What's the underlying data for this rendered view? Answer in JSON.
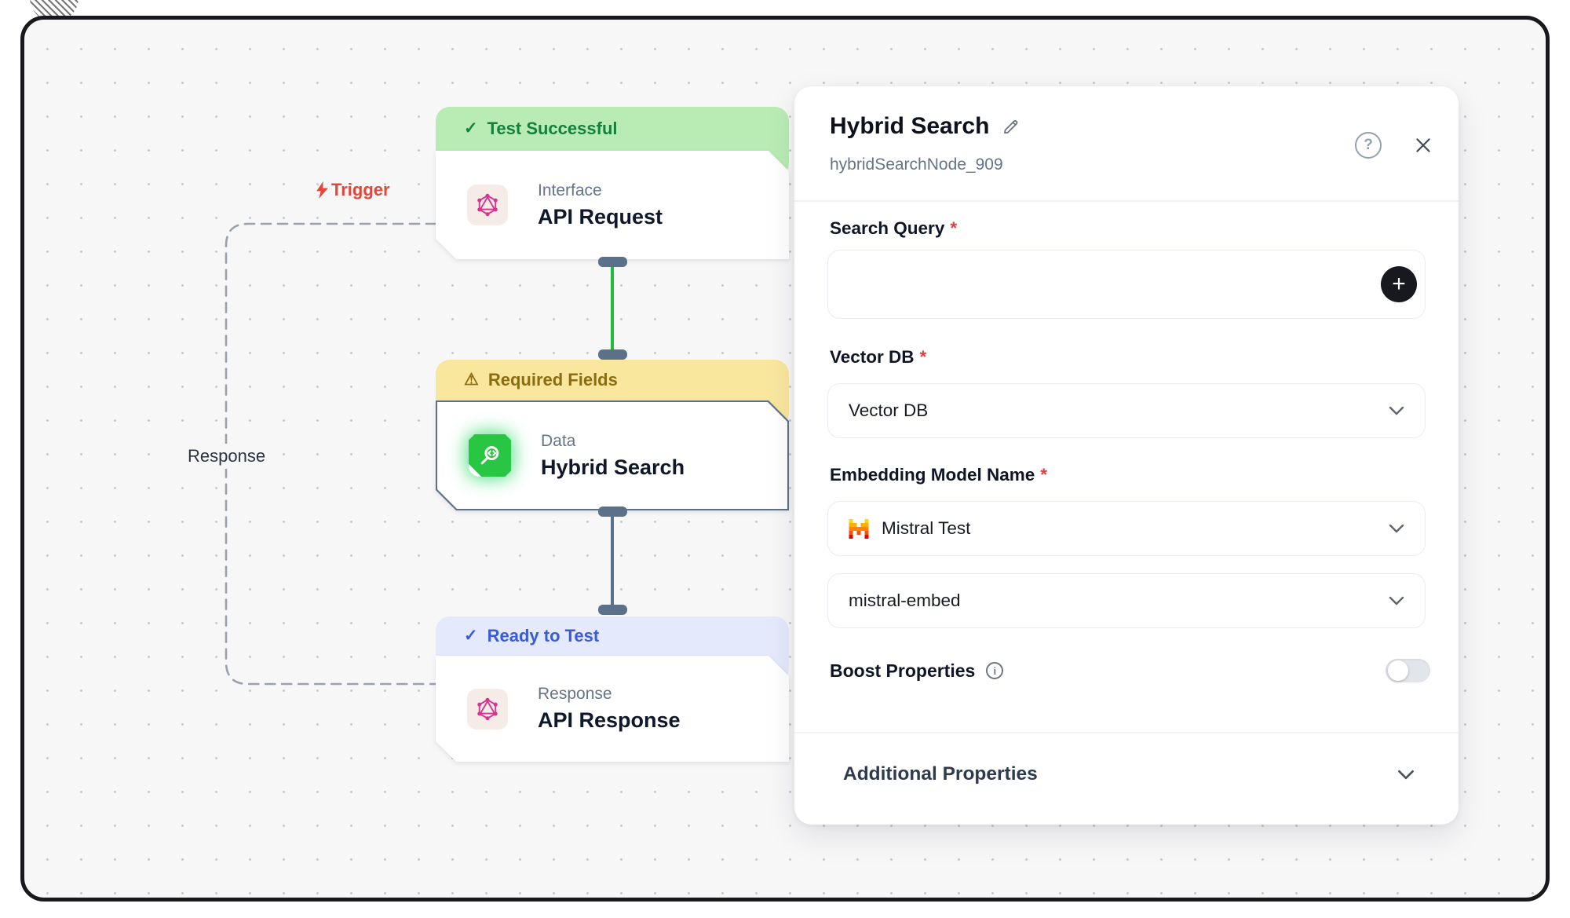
{
  "icons": {
    "check": "✓",
    "warning": "⚠",
    "plus": "+",
    "question": "?",
    "info": "i"
  },
  "canvas": {
    "trigger_label": "Trigger",
    "response_label": "Response",
    "nodes": [
      {
        "status": "Test Successful",
        "category": "Interface",
        "title": "API Request"
      },
      {
        "status": "Required Fields",
        "category": "Data",
        "title": "Hybrid Search"
      },
      {
        "status": "Ready to Test",
        "category": "Response",
        "title": "API Response"
      }
    ]
  },
  "panel": {
    "title": "Hybrid Search",
    "node_id": "hybridSearchNode_909",
    "required_marker": "*",
    "search_query": {
      "label": "Search Query",
      "value": ""
    },
    "vector_db": {
      "label": "Vector DB",
      "selected": "Vector DB"
    },
    "embedding_model": {
      "label": "Embedding Model Name",
      "selected": "Mistral Test"
    },
    "embedding_model_variant": {
      "selected": "mistral-embed"
    },
    "boost_properties": {
      "label": "Boost Properties",
      "enabled": false
    },
    "additional_properties": {
      "label": "Additional Properties"
    }
  },
  "colors": {
    "status_success_bg": "#b9ecb4",
    "status_success_text": "#15803d",
    "status_warning_bg": "#f9e79e",
    "status_warning_text": "#8d6c10",
    "status_ready_bg": "#e4e9fb",
    "status_ready_text": "#3a5bd9",
    "required": "#e23c3c",
    "edge_success": "#22bb3e",
    "edge_default": "#5b7189",
    "trigger": "#e8453a",
    "node_icon_green": "#28c643",
    "graphql_pink": "#d6348f"
  }
}
